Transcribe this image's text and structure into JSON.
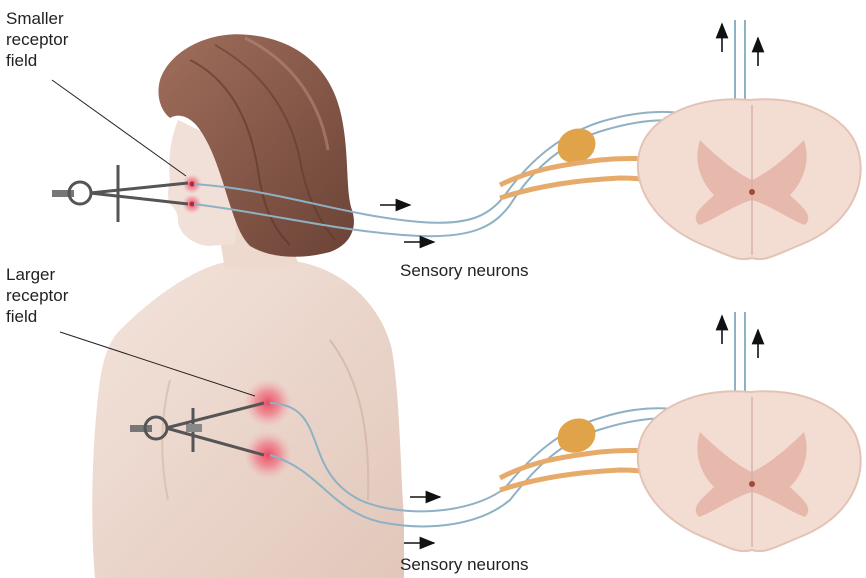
{
  "labels": {
    "smaller_field": "Smaller\nreceptor\nfield",
    "larger_field": "Larger\nreceptor\nfield",
    "sensory_neurons_top": "Sensory neurons",
    "sensory_neurons_bottom": "Sensory neurons"
  },
  "colors": {
    "skin": "#eedcd3",
    "skin_shadow": "#d9bfb2",
    "hair": "#8a5a4a",
    "hair_dark": "#6b4336",
    "neuron": "#8fb1c4",
    "ganglion": "#e0a34a",
    "nerve": "#e6ab6a",
    "cord": "#f3ddd3",
    "gray_matter": "#e7b9ad",
    "receptor_spot": "#e9455f"
  }
}
